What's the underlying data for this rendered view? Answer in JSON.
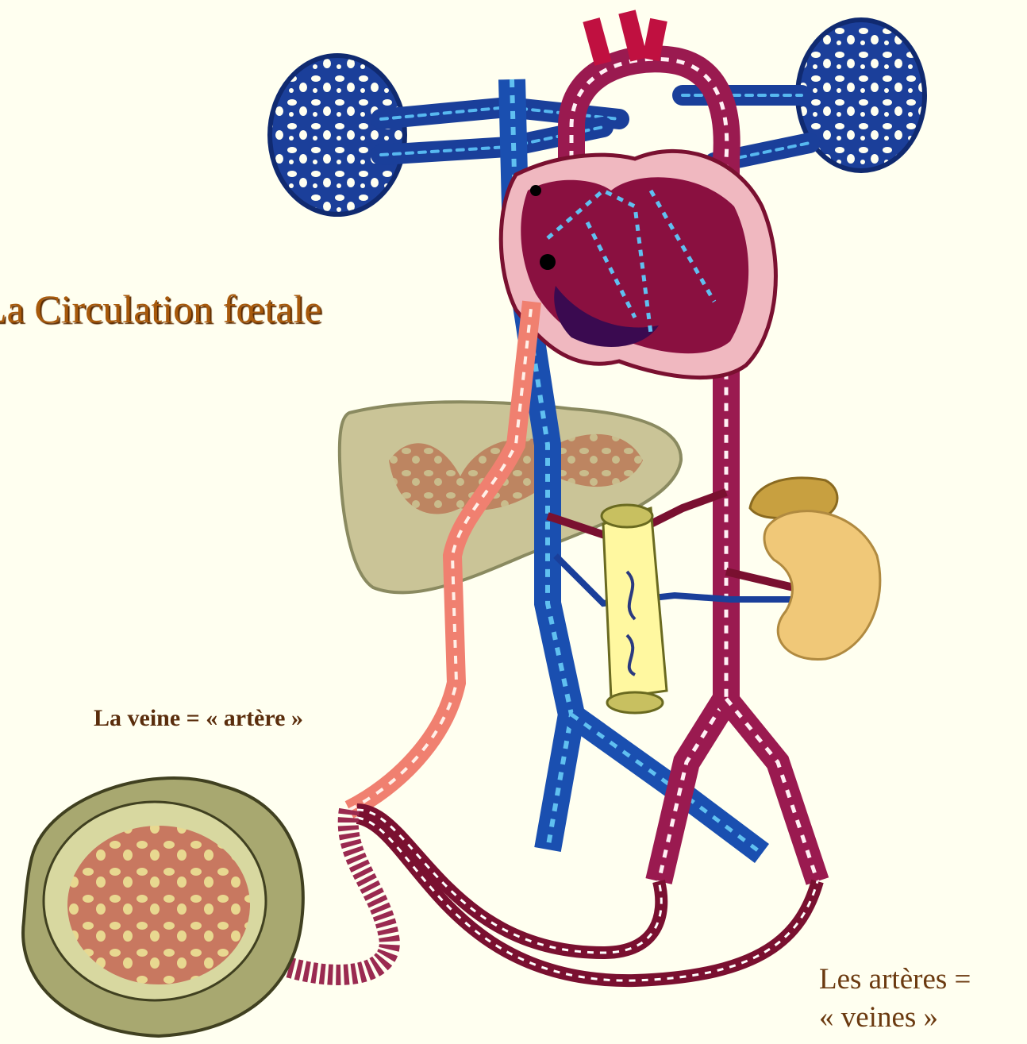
{
  "title": "La Circulation fœtale",
  "labels": {
    "vein": "La veine = « artère »",
    "arteries_line1": "Les artères =",
    "arteries_line2": "« veines »"
  },
  "colors": {
    "background": "#fffff0",
    "title": "#a85a0c",
    "label": "#5a2d0c",
    "venous_blue": "#1a4fb0",
    "arterial_red": "#9a1a50",
    "umbilical_vein": "#f08070",
    "placenta": "#a8a870",
    "liver": "#b8b07a",
    "kidney": "#f0c878",
    "intestine": "#fff8a0",
    "heart": "#8a1040"
  }
}
